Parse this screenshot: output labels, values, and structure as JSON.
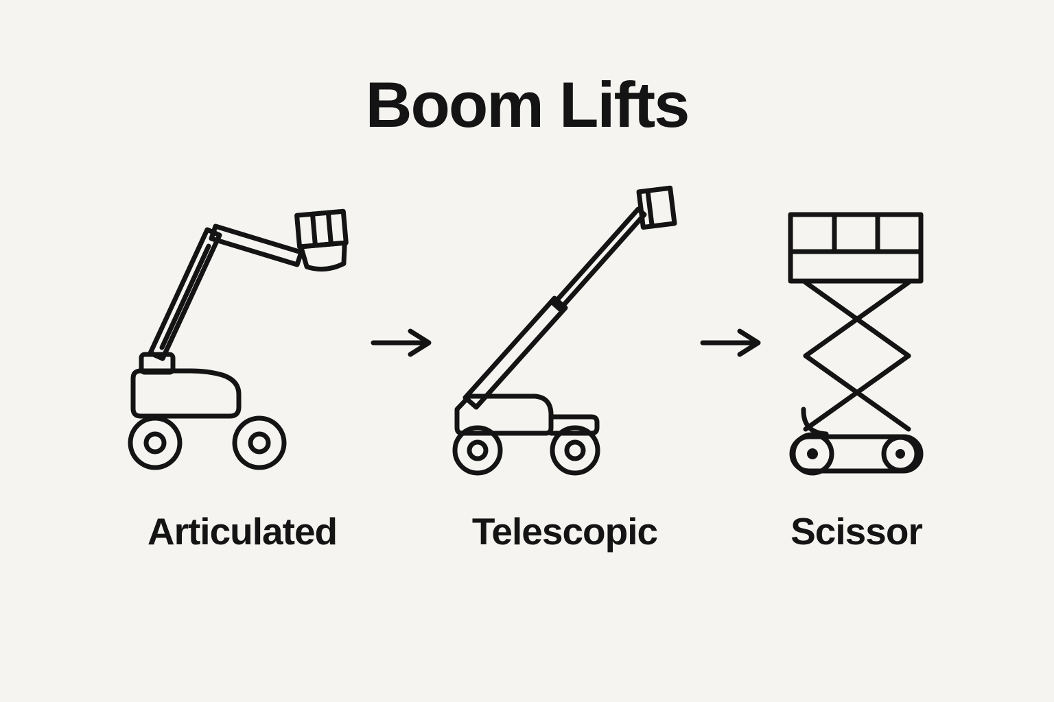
{
  "page": {
    "title": "Boom Lifts",
    "background_color": "#f5f4f1",
    "line_color": "#141414"
  },
  "diagram": {
    "items": [
      {
        "label": "Articulated",
        "icon": "articulated-boom-lift-icon"
      },
      {
        "label": "Telescopic",
        "icon": "telescopic-boom-lift-icon"
      },
      {
        "label": "Scissor",
        "icon": "scissor-lift-icon"
      }
    ],
    "arrow_symbol": "→"
  }
}
